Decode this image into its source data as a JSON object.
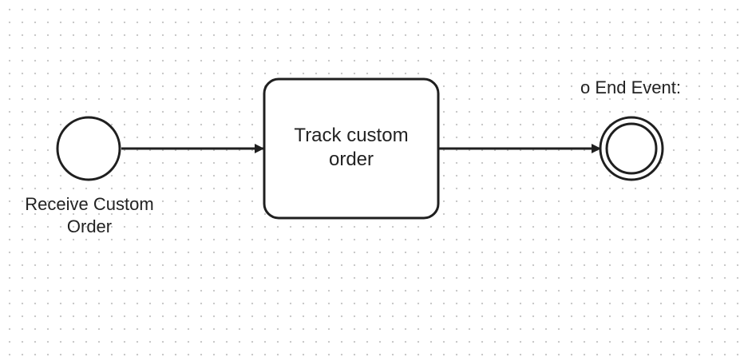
{
  "diagram": {
    "type": "bpmn-process",
    "nodes": [
      {
        "id": "start",
        "kind": "start-event",
        "label_lines": [
          "Receive Custom",
          "Order"
        ]
      },
      {
        "id": "task",
        "kind": "task",
        "label_lines": [
          "Track custom",
          "order"
        ]
      },
      {
        "id": "end",
        "kind": "end-event",
        "label_lines": [
          "o End Event:"
        ]
      }
    ],
    "edges": [
      {
        "from": "start",
        "to": "task"
      },
      {
        "from": "task",
        "to": "end"
      }
    ],
    "colors": {
      "stroke": "#1f1f1f",
      "grid_dot": "#c9c9c9",
      "background": "#ffffff"
    }
  }
}
